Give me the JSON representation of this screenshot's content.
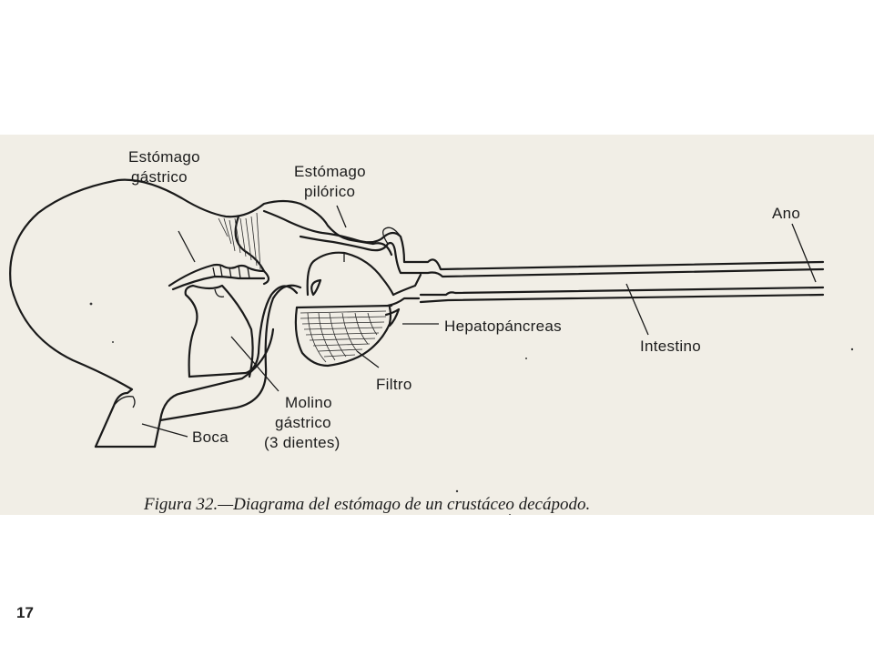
{
  "labels": {
    "estomago_gastrico": [
      "Estómago",
      "gástrico"
    ],
    "estomago_pilorico": [
      "Estómago",
      "pilórico"
    ],
    "ano": "Ano",
    "hepatopancreas": "Hepatopáncreas",
    "intestino": "Intestino",
    "filtro": "Filtro",
    "molino_gastrico": [
      "Molino",
      "gástrico",
      "(3 dientes)"
    ],
    "boca": "Boca"
  },
  "caption": "Figura 32.—Diagrama del estómago de un crustáceo decápodo.",
  "page_number": "17",
  "colors": {
    "paper": "#f1eee6",
    "ink": "#1a1a1a",
    "page": "#ffffff"
  }
}
